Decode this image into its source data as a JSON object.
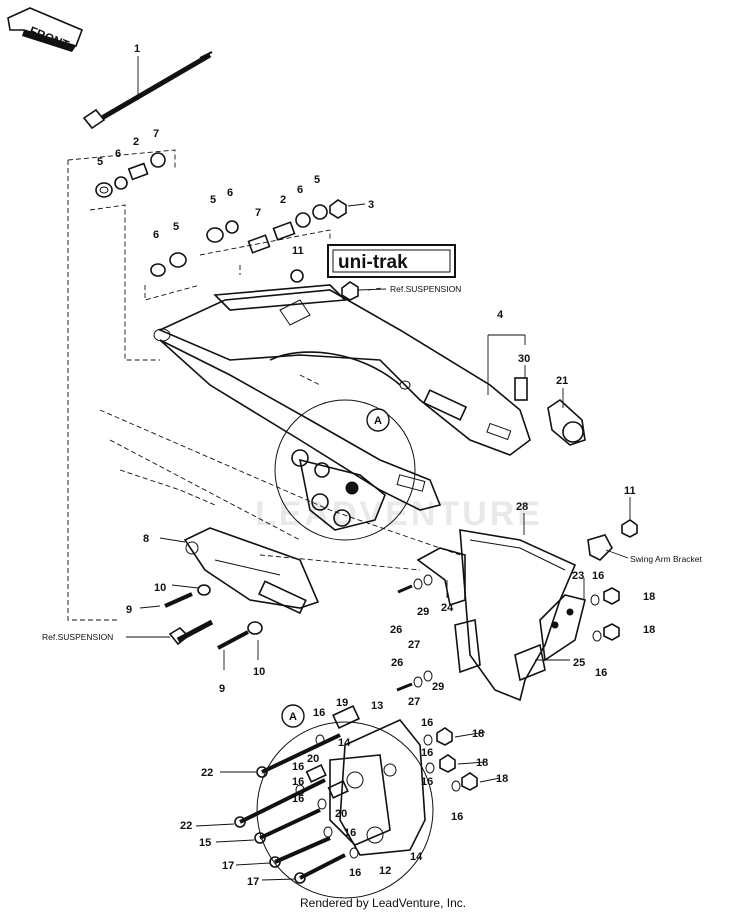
{
  "diagram": {
    "front_label": "FRONT",
    "badge_label": "uni-trak",
    "callout_label": "A",
    "ref_suspension_label": "Ref.SUSPENSION",
    "swing_arm_bracket_label": "Swing Arm Bracket",
    "footer_label": "Rendered by LeadVenture, Inc.",
    "watermark_label": "LEADVENTURE",
    "part_numbers": [
      "1",
      "2",
      "3",
      "4",
      "5",
      "6",
      "7",
      "8",
      "9",
      "10",
      "11",
      "12",
      "13",
      "14",
      "15",
      "16",
      "17",
      "18",
      "19",
      "20",
      "21",
      "22",
      "23",
      "24",
      "25",
      "26",
      "27",
      "28",
      "29",
      "30"
    ]
  },
  "colors": {
    "ink": "#111111",
    "background": "#ffffff",
    "watermark": "#e6e6e6"
  }
}
